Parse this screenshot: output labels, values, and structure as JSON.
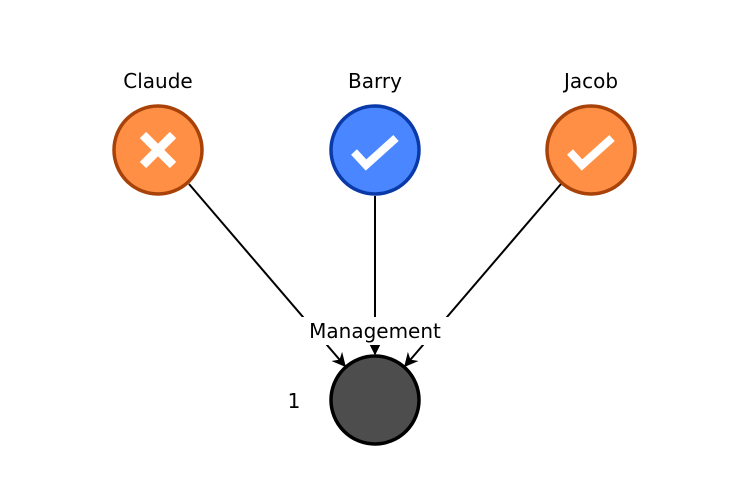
{
  "voters": [
    {
      "name": "Claude",
      "vote": "reject",
      "fill": "#ff8f45",
      "stroke": "#a84208",
      "icon": "x-mark-icon"
    },
    {
      "name": "Barry",
      "vote": "approve",
      "fill": "#4a86ff",
      "stroke": "#0a3aa8",
      "icon": "checkmark-icon"
    },
    {
      "name": "Jacob",
      "vote": "approve",
      "fill": "#ff8f45",
      "stroke": "#a84208",
      "icon": "checkmark-icon"
    }
  ],
  "target": {
    "label": "Management",
    "count": "1",
    "fill": "#4d4d4d",
    "stroke": "#000000"
  },
  "colors": {
    "edge": "#000000",
    "icon": "#ffffff"
  }
}
